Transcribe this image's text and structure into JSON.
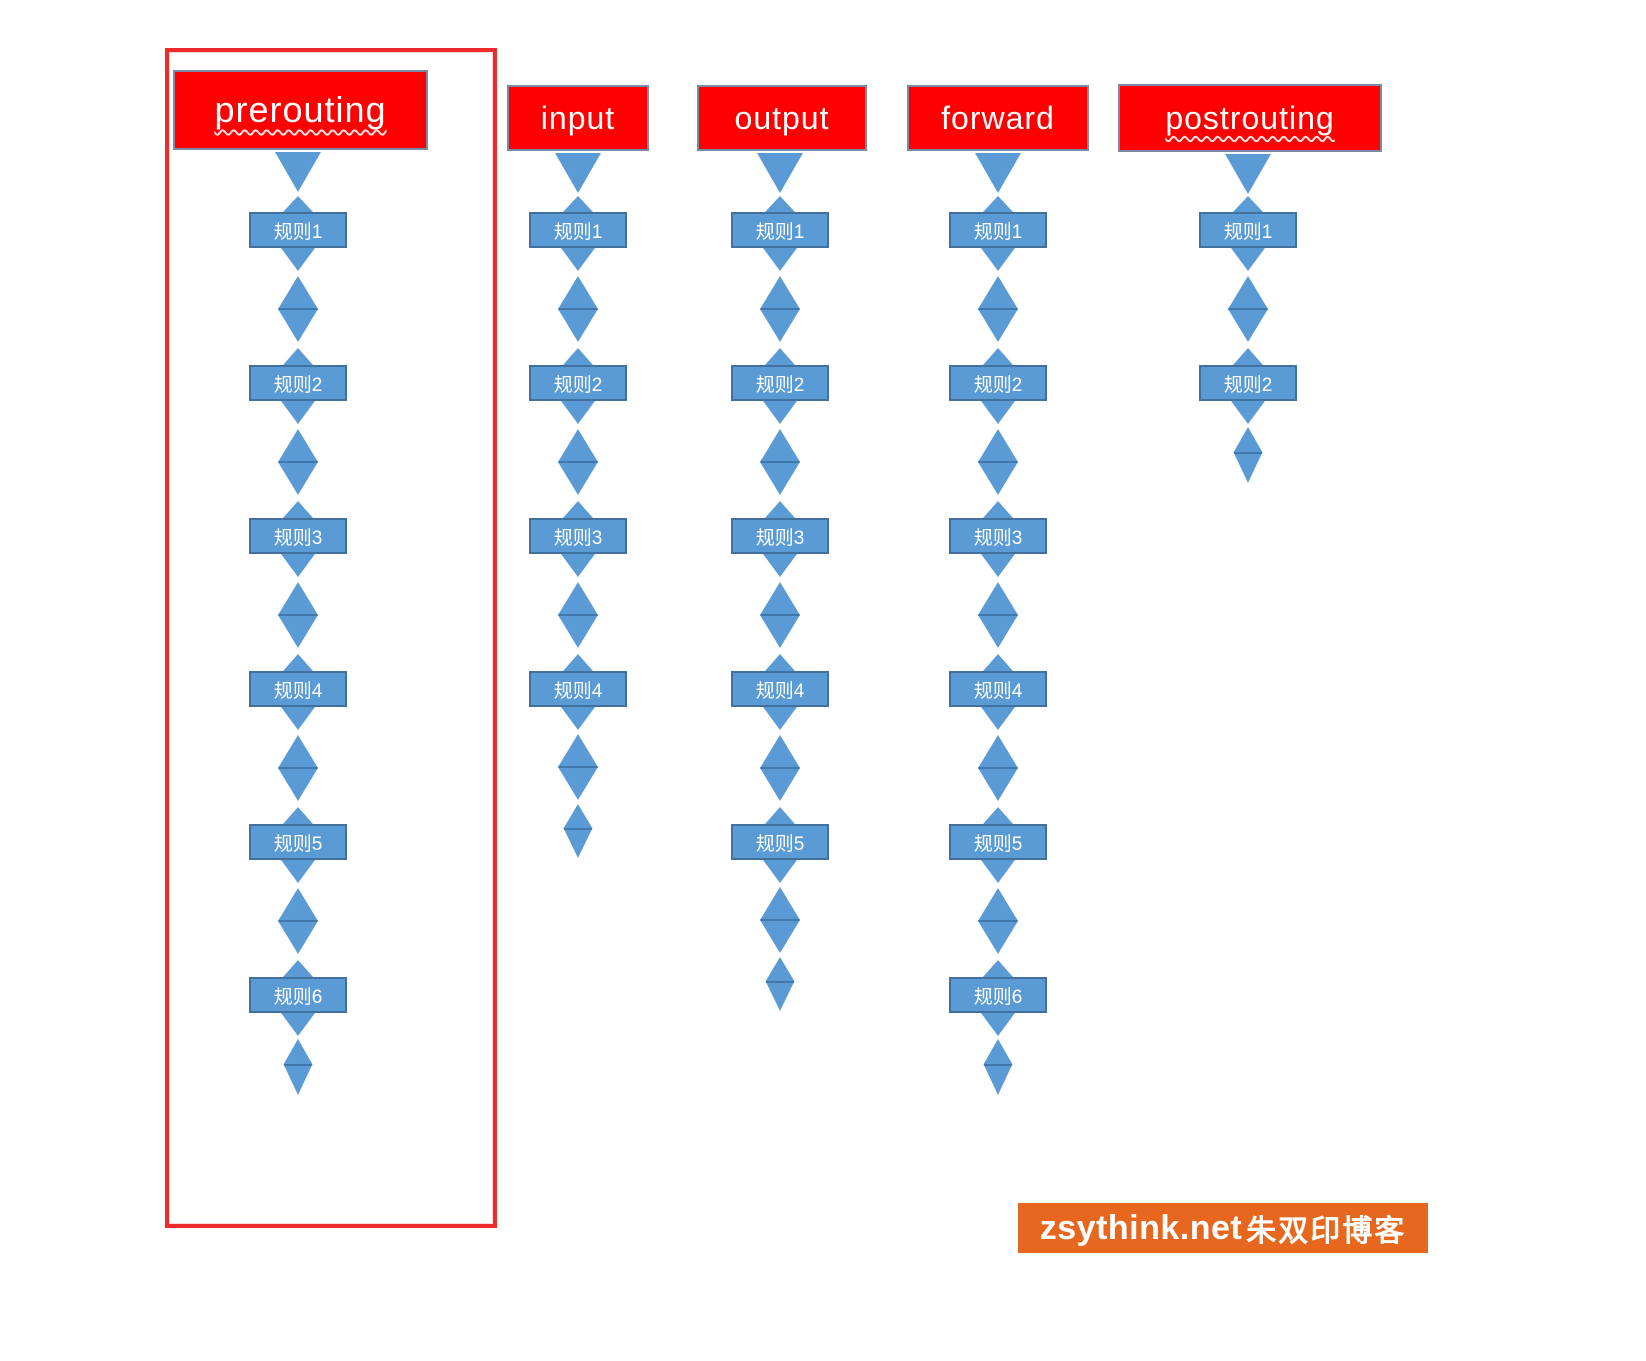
{
  "colors": {
    "chain_header_fill": "#fe0000",
    "chain_header_border": "#7b8ba6",
    "rule_fill": "#5b9bd5",
    "rule_border": "#41719c",
    "highlight_frame": "#ee2b2b",
    "watermark_bg": "#e8671f"
  },
  "watermark": {
    "site": "zsythink.net",
    "author": "朱双印博客"
  },
  "columns": [
    {
      "title": "prerouting",
      "squiggle": true,
      "framed": true,
      "tail": "short",
      "rules": [
        "规则1",
        "规则2",
        "规则3",
        "规则4",
        "规则5",
        "规则6"
      ]
    },
    {
      "title": "input",
      "squiggle": false,
      "framed": false,
      "tail": "long",
      "rules": [
        "规则1",
        "规则2",
        "规则3",
        "规则4"
      ]
    },
    {
      "title": "output",
      "squiggle": false,
      "framed": false,
      "tail": "long",
      "rules": [
        "规则1",
        "规则2",
        "规则3",
        "规则4",
        "规则5"
      ]
    },
    {
      "title": "forward",
      "squiggle": false,
      "framed": false,
      "tail": "short",
      "rules": [
        "规则1",
        "规则2",
        "规则3",
        "规则4",
        "规则5",
        "规则6"
      ]
    },
    {
      "title": "postrouting",
      "squiggle": true,
      "framed": false,
      "tail": "short",
      "rules": [
        "规则1",
        "规则2"
      ]
    }
  ]
}
